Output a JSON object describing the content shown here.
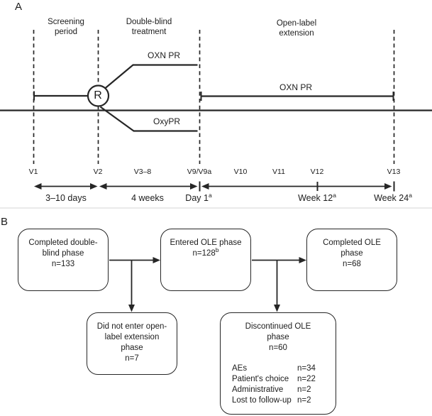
{
  "panelA": {
    "label": "A",
    "phase_labels": [
      {
        "text": "Screening period"
      },
      {
        "text": "Double-blind treatment"
      },
      {
        "text": "Open-label extension"
      }
    ],
    "randomization_symbol": "R",
    "arms": {
      "double_blind_top": "OXN PR",
      "double_blind_bottom": "OxyPR",
      "open_label": "OXN PR"
    },
    "visits": [
      "V1",
      "V2",
      "V3–8",
      "V9/V9a",
      "V10",
      "V11",
      "V12",
      "V13"
    ],
    "durations": [
      {
        "text": "3–10 days",
        "sup": ""
      },
      {
        "text": "4 weeks",
        "sup": ""
      },
      {
        "text": "Day 1",
        "sup": "a"
      },
      {
        "text": "Week 12",
        "sup": "a"
      },
      {
        "text": "Week 24",
        "sup": "a"
      }
    ]
  },
  "panelB": {
    "label": "B",
    "boxes": [
      {
        "title": "Completed double-blind phase",
        "count": "n=133",
        "sup": ""
      },
      {
        "title": "Entered OLE phase",
        "count": "n=128",
        "sup": "b"
      },
      {
        "title": "Completed OLE phase",
        "count": "n=68",
        "sup": ""
      },
      {
        "title": "Did not enter open-label extension phase",
        "count": "n=7",
        "sup": ""
      },
      {
        "title": "Discontinued OLE phase",
        "count": "n=60",
        "sup": "",
        "reasons": [
          {
            "label": "AEs",
            "value": "n=34"
          },
          {
            "label": "Patient's choice",
            "value": "n=22"
          },
          {
            "label": "Administrative",
            "value": "n=2"
          },
          {
            "label": "Lost to follow-up",
            "value": "n=2"
          }
        ]
      }
    ]
  }
}
